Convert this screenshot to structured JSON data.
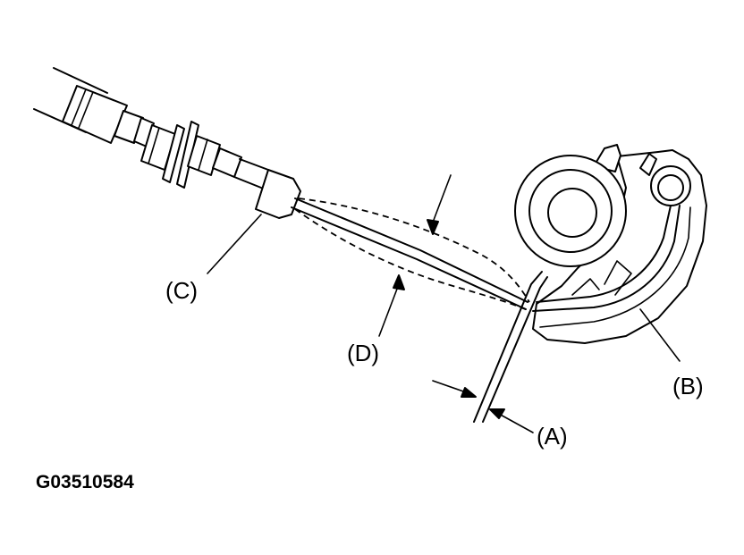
{
  "labels": {
    "a": "(A)",
    "b": "(B)",
    "c": "(C)",
    "d": "(D)"
  },
  "figure_code": "G03510584"
}
